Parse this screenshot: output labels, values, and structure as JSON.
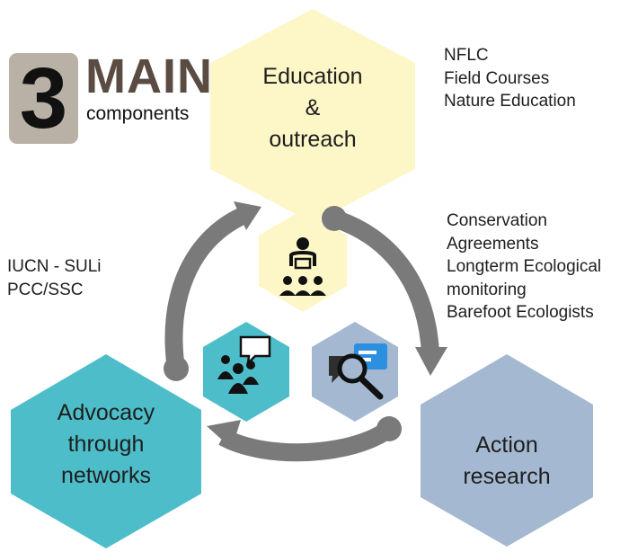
{
  "badge": {
    "number": "3",
    "main": "MAIN",
    "sub": "components"
  },
  "hexagons": {
    "education": {
      "lines": [
        "Education",
        "&",
        "outreach"
      ],
      "color": "#fdf6c7"
    },
    "advocacy": {
      "lines": [
        "Advocacy",
        "through",
        "networks"
      ],
      "color": "#4dbec9"
    },
    "action": {
      "lines": [
        "Action",
        "research"
      ],
      "color": "#a4b9d1"
    }
  },
  "notes": {
    "education": [
      "NFLC",
      "Field Courses",
      "Nature Education"
    ],
    "action": [
      "Conservation",
      "Agreements",
      "Longterm Ecological",
      "monitoring",
      "Barefoot Ecologists"
    ],
    "advocacy": [
      "IUCN - SULi",
      "PCC/SSC"
    ]
  },
  "icons": [
    "teacher-group-icon",
    "crowd-speech-icon",
    "document-search-icon"
  ],
  "colors": {
    "arrow": "#7a7a7a",
    "text": "#1e1e1e",
    "badge_bg": "#b9b1a6",
    "badge_main": "#5a4c43"
  }
}
